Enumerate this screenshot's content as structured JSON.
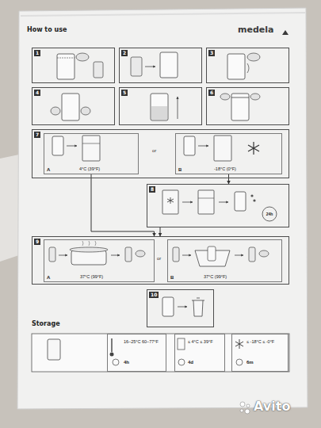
{
  "diagram": {
    "title": "How to use",
    "nodes": [
      {
        "text": [
          "1"
        ]
      },
      {
        "text": [
          "2"
        ]
      },
      {
        "text": [
          "3"
        ]
      },
      {
        "text": [
          "4"
        ]
      },
      {
        "text": [
          "5"
        ]
      },
      {
        "text": [
          "6"
        ]
      },
      {
        "text": [
          "7"
        ]
      },
      {
        "text": [
          "4°C (39°F)",
          "A"
        ],
        "in": 6
      },
      {
        "text": [
          "-18°C (0°F)",
          "B"
        ],
        "in": 6
      },
      {
        "text": [
          "8"
        ]
      },
      {
        "text": [
          "9"
        ]
      },
      {
        "text": [
          "37°C (99°F)",
          "A"
        ],
        "in": 10
      },
      {
        "text": [
          "37°C (99°F)",
          "B"
        ],
        "in": 10
      },
      {
        "text": [
          "10"
        ]
      },
      {
        "text": [
          "Storage"
        ]
      },
      {
        "text": [
          "16–25°C 60–77°F",
          "4h"
        ],
        "in": 14
      },
      {
        "text": [
          "≤ 4°C ≤ 39°F",
          "4d"
        ],
        "in": 14
      },
      {
        "text": [
          "≤ -18°C ≤ -0°F",
          "6m"
        ],
        "in": 14
      }
    ],
    "edges": [
      {
        "from": 7,
        "to": 10,
        "arrow": "to"
      },
      {
        "from": 8,
        "to": 9,
        "arrow": "to"
      },
      {
        "from": 9,
        "to": 10,
        "arrow": "to"
      }
    ],
    "labels": [
      "medela",
      "or",
      "or",
      "24h",
      "Avito"
    ]
  }
}
